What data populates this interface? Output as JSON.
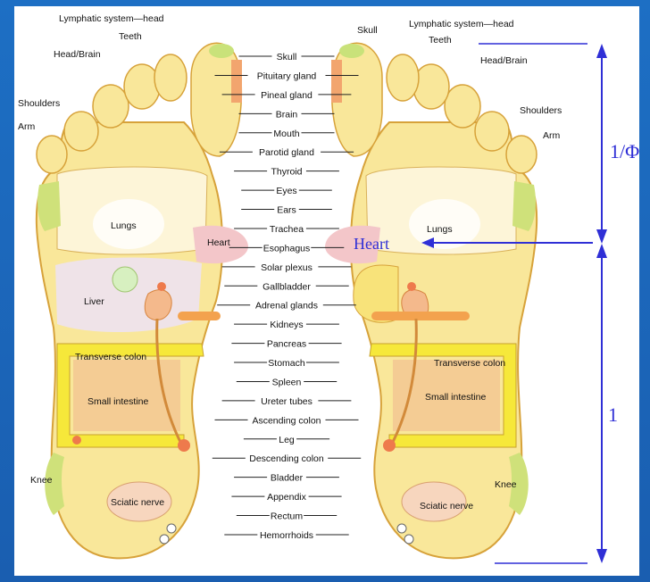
{
  "center_labels": [
    "Skull",
    "Pituitary gland",
    "Pineal gland",
    "Brain",
    "Mouth",
    "Parotid gland",
    "Thyroid",
    "Eyes",
    "Ears",
    "Trachea",
    "Esophagus",
    "Solar plexus",
    "Gallbladder",
    "Adrenal glands",
    "Kidneys",
    "Pancreas",
    "Stomach",
    "Spleen",
    "Ureter tubes",
    "Ascending colon",
    "Leg",
    "Descending colon",
    "Bladder",
    "Appendix",
    "Rectum",
    "Hemorrhoids"
  ],
  "left_labels": {
    "lymph": "Lymphatic system—head",
    "teeth": "Teeth",
    "head": "Head/Brain",
    "shoulders": "Shoulders",
    "arm": "Arm",
    "lungs": "Lungs",
    "heart": "Heart",
    "liver": "Liver",
    "transverse": "Transverse colon",
    "small": "Small intestine",
    "knee": "Knee",
    "sciatic": "Sciatic nerve"
  },
  "right_labels": {
    "skull": "Skull",
    "lymph": "Lymphatic system—head",
    "teeth": "Teeth",
    "head": "Head/Brain",
    "shoulders": "Shoulders",
    "arm": "Arm",
    "lungs": "Lungs",
    "transverse": "Transverse colon",
    "small": "Small intestine",
    "knee": "Knee",
    "sciatic": "Sciatic nerve"
  },
  "annotations": {
    "heart": "Heart",
    "upper_ratio": "1/Φ",
    "lower_ratio": "1"
  },
  "colors": {
    "background": "#1b63b8",
    "arrow": "#2f2fd6",
    "foot": "#f9e79a",
    "colon": "#f6e83a",
    "pink": "#f3c6c9"
  }
}
